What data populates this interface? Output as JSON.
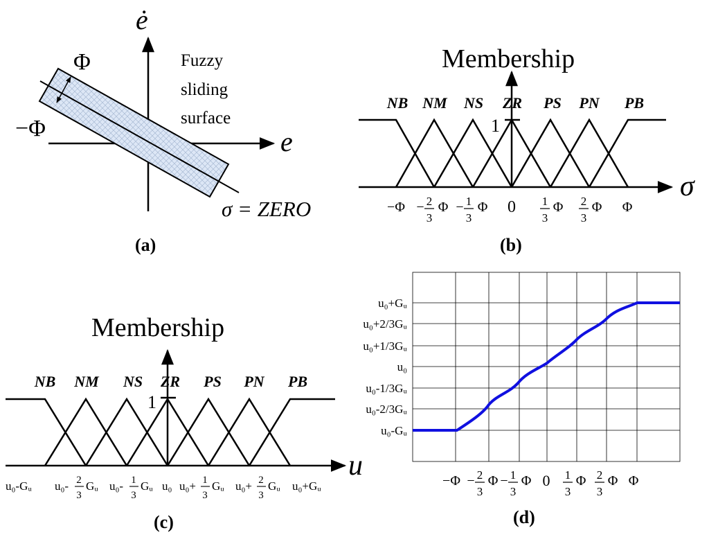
{
  "panels": {
    "a": {
      "label": "(a)",
      "y_axis": "ė",
      "x_axis": "e",
      "phi": "Φ",
      "neg_phi": "−Φ",
      "note": [
        "Fuzzy",
        "sliding",
        "surface"
      ],
      "surface_line": "σ = ZERO"
    },
    "b": {
      "label": "(b)",
      "title": "Membership",
      "one": "1",
      "axis": "σ",
      "sets": [
        "NB",
        "NM",
        "NS",
        "ZR",
        "PS",
        "PN",
        "PB"
      ],
      "ticks": {
        "neg_phi": "−Φ",
        "neg_two_thirds": {
          "sign": "−",
          "num": "2",
          "den": "3",
          "sym": "Φ"
        },
        "neg_one_third": {
          "sign": "−",
          "num": "1",
          "den": "3",
          "sym": "Φ"
        },
        "zero": "0",
        "one_third": {
          "num": "1",
          "den": "3",
          "sym": "Φ"
        },
        "two_thirds": {
          "num": "2",
          "den": "3",
          "sym": "Φ"
        },
        "phi": "Φ"
      }
    },
    "c": {
      "label": "(c)",
      "title": "Membership",
      "one": "1",
      "axis": "u",
      "sets": [
        "NB",
        "NM",
        "NS",
        "ZR",
        "PS",
        "PN",
        "PB"
      ],
      "ticks": {
        "t1": "u₀-Gᵤ",
        "t2_pre": "u₀-",
        "t2_num": "2",
        "t2_den": "3",
        "t2_post": "Gᵤ",
        "t3_pre": "u₀-",
        "t3_num": "1",
        "t3_den": "3",
        "t3_post": "Gᵤ",
        "t4": "u₀",
        "t5_pre": "u₀+",
        "t5_num": "1",
        "t5_den": "3",
        "t5_post": "Gᵤ",
        "t6_pre": "u₀+",
        "t6_num": "2",
        "t6_den": "3",
        "t6_post": "Gᵤ",
        "t7": "u₀+Gᵤ"
      }
    },
    "d": {
      "label": "(d)",
      "y_ticks": [
        "u₀+Gᵤ",
        "u₀+2/3Gᵤ",
        "u₀+1/3Gᵤ",
        "u₀",
        "u₀-1/3Gᵤ",
        "u₀-2/3Gᵤ",
        "u₀-Gᵤ"
      ],
      "x_ticks": {
        "neg_phi": "−Φ",
        "neg_two_thirds": {
          "sign": "−",
          "num": "2",
          "den": "3",
          "sym": "Φ"
        },
        "neg_one_third": {
          "sign": "−",
          "num": "1",
          "den": "3",
          "sym": "Φ"
        },
        "zero": "0",
        "one_third": {
          "num": "1",
          "den": "3",
          "sym": "Φ"
        },
        "two_thirds": {
          "num": "2",
          "den": "3",
          "sym": "Φ"
        },
        "phi": "Φ"
      },
      "curve_color": "#1010e0"
    }
  }
}
